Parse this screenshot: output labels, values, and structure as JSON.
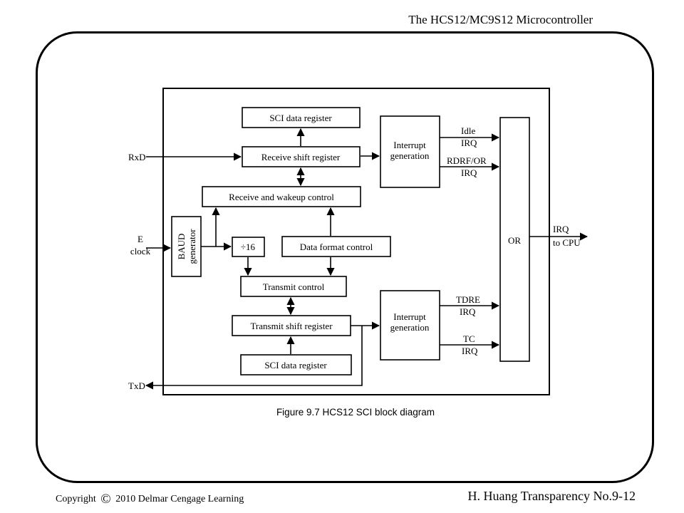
{
  "header": {
    "title": "The HCS12/MC9S12 Microcontroller"
  },
  "diagram": {
    "blocks": {
      "sci_data_register_top": "SCI data register",
      "receive_shift_register": "Receive shift register",
      "receive_wakeup_control": "Receive and wakeup control",
      "baud_line1": "BAUD",
      "baud_line2": "generator",
      "divider": "÷16",
      "data_format_control": "Data format control",
      "transmit_control": "Transmit control",
      "transmit_shift_register": "Transmit shift register",
      "sci_data_register_bottom": "SCI data register",
      "interrupt_top_line1": "Interrupt",
      "interrupt_top_line2": "generation",
      "interrupt_bottom_line1": "Interrupt",
      "interrupt_bottom_line2": "generation",
      "or_gate": "OR"
    },
    "signals": {
      "rxd": "RxD",
      "txd": "TxD",
      "e_clock_line1": "E",
      "e_clock_line2": "clock",
      "idle_line1": "Idle",
      "idle_line2": "IRQ",
      "rdrf_line1": "RDRF/OR",
      "rdrf_line2": "IRQ",
      "tdre_line1": "TDRE",
      "tdre_line2": "IRQ",
      "tc_line1": "TC",
      "tc_line2": "IRQ",
      "irq_out_line1": "IRQ",
      "irq_out_line2": "to CPU"
    },
    "caption": "Figure 9.7 HCS12 SCI block diagram"
  },
  "footer": {
    "copyright_prefix": "Copyright",
    "copyright_symbol": "©",
    "copyright_text": "2010 Delmar Cengage Learning",
    "transparency": "H. Huang Transparency No.9-12"
  }
}
